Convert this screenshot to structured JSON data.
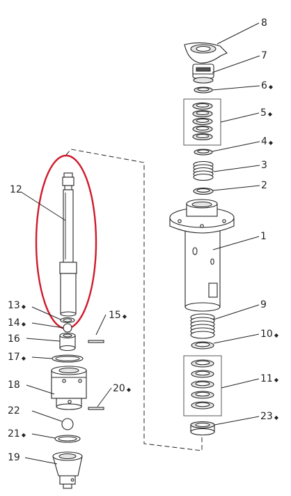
{
  "highlight_color": "#d0192b",
  "callouts": [
    {
      "id": "c8",
      "label": "8",
      "marked": false
    },
    {
      "id": "c7",
      "label": "7",
      "marked": false
    },
    {
      "id": "c6",
      "label": "6",
      "marked": true
    },
    {
      "id": "c5",
      "label": "5",
      "marked": true
    },
    {
      "id": "c4",
      "label": "4",
      "marked": true
    },
    {
      "id": "c3",
      "label": "3",
      "marked": false
    },
    {
      "id": "c2",
      "label": "2",
      "marked": false
    },
    {
      "id": "c1",
      "label": "1",
      "marked": false
    },
    {
      "id": "c9",
      "label": "9",
      "marked": false
    },
    {
      "id": "c10",
      "label": "10",
      "marked": true
    },
    {
      "id": "c11",
      "label": "11",
      "marked": true
    },
    {
      "id": "c23",
      "label": "23",
      "marked": true
    },
    {
      "id": "c12",
      "label": "12",
      "marked": false
    },
    {
      "id": "c13",
      "label": "13",
      "marked": true
    },
    {
      "id": "c14",
      "label": "14",
      "marked": true
    },
    {
      "id": "c15",
      "label": "15",
      "marked": true
    },
    {
      "id": "c16",
      "label": "16",
      "marked": false
    },
    {
      "id": "c17",
      "label": "17",
      "marked": true
    },
    {
      "id": "c18",
      "label": "18",
      "marked": false
    },
    {
      "id": "c20",
      "label": "20",
      "marked": true
    },
    {
      "id": "c22",
      "label": "22",
      "marked": false
    },
    {
      "id": "c21",
      "label": "21",
      "marked": true
    },
    {
      "id": "c19",
      "label": "19",
      "marked": false
    }
  ]
}
